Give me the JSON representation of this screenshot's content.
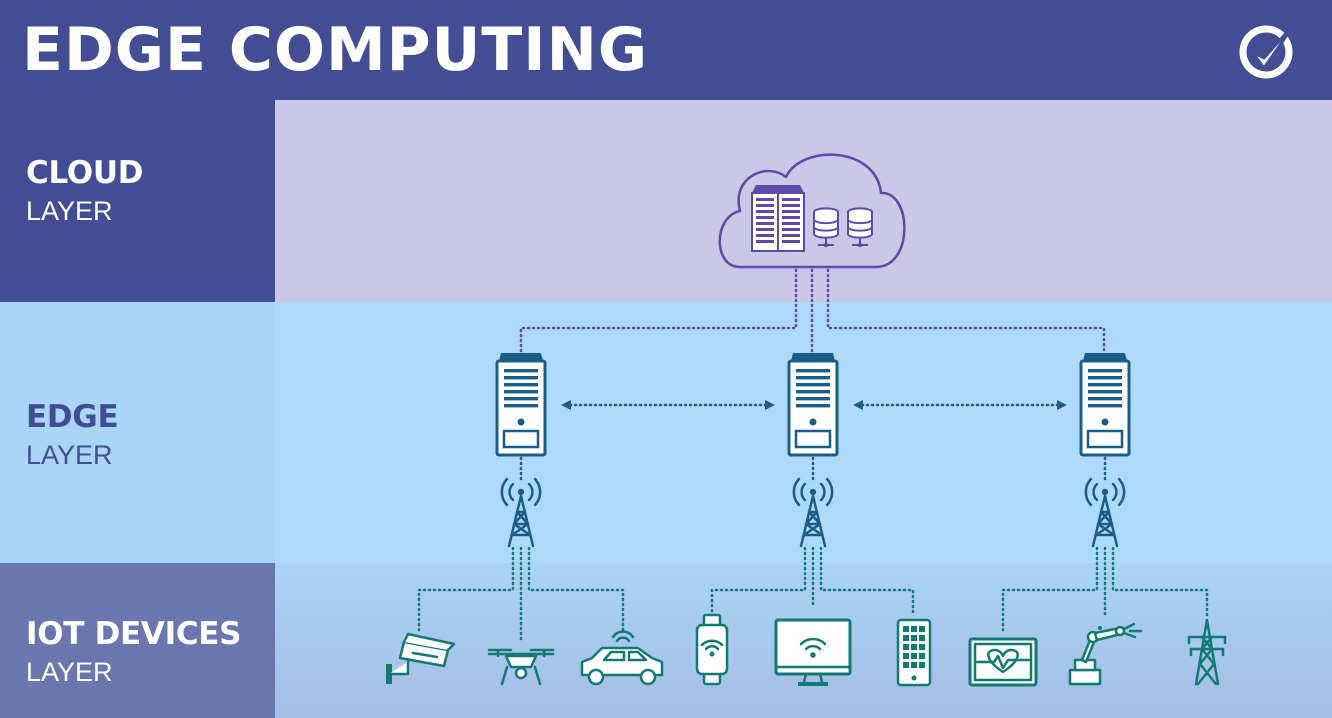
{
  "title": "EDGE COMPUTING",
  "layers": {
    "cloud": {
      "name": "CLOUD",
      "sub": "LAYER"
    },
    "edge": {
      "name": "EDGE",
      "sub": "LAYER"
    },
    "iot": {
      "name": "IOT DEVICES",
      "sub": "LAYER"
    }
  },
  "colors": {
    "header": "#434d93",
    "cloud_label_bg": "#434d93",
    "cloud_area_bg": "#cbc7e6",
    "edge_label_bg": "#a9d6f6",
    "edge_area_bg": "#add9fb",
    "iot_label_bg": "#6a76ae",
    "iot_area_bg": "#a8c3e9",
    "cloud_icon": "#5f4aa6",
    "edge_icon": "#1b5d86",
    "device_icon": "#127a70"
  },
  "icons": {
    "logo": "check-mark-icon",
    "cloud": "cloud-icon",
    "cloud_rack": "server-rack-icon",
    "cloud_db": "database-icon",
    "edge_server": "server-tower-icon",
    "tower": "cell-tower-icon",
    "devices": [
      "security-camera-icon",
      "drone-icon",
      "car-icon",
      "smartwatch-icon",
      "monitor-icon",
      "smartphone-icon",
      "heart-monitor-icon",
      "robot-arm-icon",
      "power-pylon-icon"
    ]
  }
}
